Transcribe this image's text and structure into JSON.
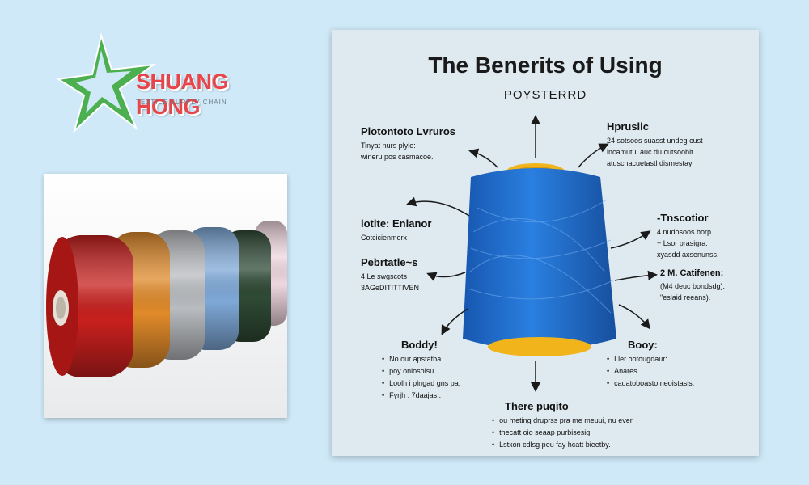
{
  "brand": {
    "name": "SHUANG HONG",
    "tagline": "TEXTILE SUPPLY CHAIN",
    "star_color": "#4caf50",
    "name_color": "#e8454b"
  },
  "photo": {
    "spool_colors": [
      "#c8201e",
      "#e08a2a",
      "#b9bcc0",
      "#7fa9d8",
      "#2f4a35",
      "#efd7df"
    ]
  },
  "infographic": {
    "title": "The Benerits of Using",
    "subtitle": "POYSTERRD",
    "cone_color": "#1e6fd0",
    "cap_color": "#f1b41b",
    "blocks": {
      "top_left": {
        "heading": "Plotontoto Lvruros",
        "lines": [
          "Tinyat nurs plyle:",
          "wineru pos casmacoe."
        ]
      },
      "top_right": {
        "heading": "Hpruslic",
        "lines": [
          "24 sotsoos suasst undeg cust",
          "lncamutui auc du cutsoobit",
          "atuschacuetastl dismestay"
        ]
      },
      "mid_left_1": {
        "heading": "lotite: Enlanor",
        "lines": [
          "Cotcicienmorx"
        ]
      },
      "mid_right_1": {
        "heading": "-Tnscotior",
        "lines": [
          "4 nudosoos borp",
          "+ Lsor prasigra:",
          "xyasdd axsenunss."
        ]
      },
      "mid_left_2": {
        "heading": "Pebrtatle~s",
        "lines": [
          "4  Le swgscots",
          "3AGeDITITTIVEN"
        ]
      },
      "mid_right_2": {
        "heading": "2 M. Catifenen:",
        "lines": [
          "(M4 deuc bondsdg).",
          "\"eslaid reeans)."
        ]
      },
      "bottom_left": {
        "heading": "Boddy!",
        "items": [
          "No our apstatba",
          "poy onlosolsu.",
          "Loolh i plngad gns pa;",
          "Fyrjh : 7daajas.."
        ]
      },
      "bottom_right": {
        "heading": "Booy:",
        "items": [
          "Ller ootougdaur:",
          "Anares.",
          "cauatoboasto neoistasis."
        ]
      },
      "bottom_center": {
        "heading": "There puqito",
        "items": [
          "ou meting druprss pra me meuui, nu ever.",
          "thecatt oio seaap purbisesig",
          "Lstxon cdlsg peu fay hcatt bieetby."
        ]
      }
    }
  }
}
